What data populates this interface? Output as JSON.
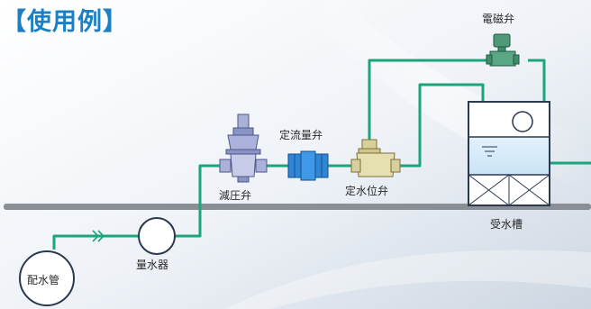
{
  "title": "【使用例】",
  "labels": {
    "solenoid_valve": "電磁弁",
    "constant_flow_valve": "定流量弁",
    "pressure_reducing_valve": "減圧弁",
    "level_valve": "定水位弁",
    "receiving_tank": "受水槽",
    "water_meter": "量水器",
    "distribution_pipe": "配水管"
  },
  "colors": {
    "pipe_green": "#1aa57a",
    "ground_line": "#8a8f96",
    "title_blue": "#1a7fc4",
    "valve_blue": "#2f86d6",
    "valve_purple": "#8a93c6",
    "valve_beige": "#e6dfb0",
    "valve_green": "#3f8f6b"
  }
}
